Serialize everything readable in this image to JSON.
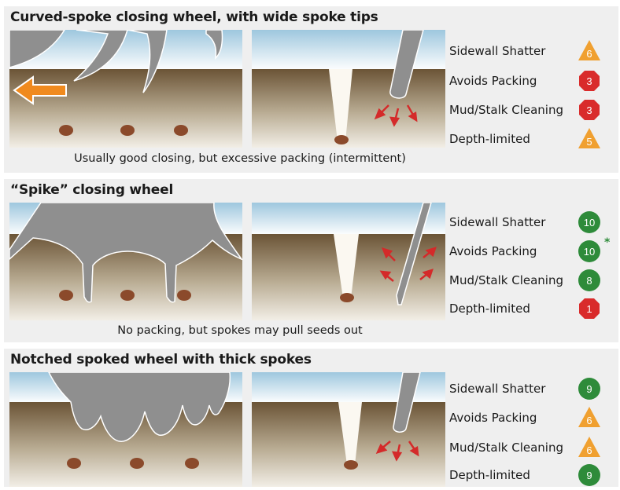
{
  "sections": [
    {
      "title": "Curved-spoke closing wheel, with wide spoke tips",
      "caption": "Usually good closing, but excessive packing (intermittent)",
      "ratings": [
        {
          "label": "Sidewall Shatter",
          "score": "6",
          "shape": "triangle",
          "color": "#f0a030"
        },
        {
          "label": "Avoids Packing",
          "score": "3",
          "shape": "octagon",
          "color": "#d92b2b"
        },
        {
          "label": "Mud/Stalk Cleaning",
          "score": "3",
          "shape": "octagon",
          "color": "#d92b2b"
        },
        {
          "label": "Depth-limited",
          "score": "5",
          "shape": "triangle",
          "color": "#f0a030"
        }
      ]
    },
    {
      "title": "“Spike” closing wheel",
      "caption": "No packing, but spokes may pull seeds out",
      "ratings": [
        {
          "label": "Sidewall Shatter",
          "score": "10",
          "shape": "circle",
          "color": "#2e8b3a"
        },
        {
          "label": "Avoids Packing",
          "score": "10",
          "shape": "circle",
          "color": "#2e8b3a",
          "note": "*"
        },
        {
          "label": "Mud/Stalk Cleaning",
          "score": "8",
          "shape": "circle",
          "color": "#2e8b3a"
        },
        {
          "label": "Depth-limited",
          "score": "1",
          "shape": "octagon",
          "color": "#d92b2b"
        }
      ]
    },
    {
      "title": "Notched spoked wheel with thick spokes",
      "caption": "",
      "ratings": [
        {
          "label": "Sidewall Shatter",
          "score": "9",
          "shape": "circle",
          "color": "#2e8b3a"
        },
        {
          "label": "Avoids Packing",
          "score": "6",
          "shape": "triangle",
          "color": "#f0a030"
        },
        {
          "label": "Mud/Stalk Cleaning",
          "score": "6",
          "shape": "triangle",
          "color": "#f0a030"
        },
        {
          "label": "Depth-limited",
          "score": "9",
          "shape": "circle",
          "color": "#2e8b3a"
        }
      ]
    }
  ],
  "colors": {
    "soil_top": "#6b5436",
    "soil_bottom": "#f2eee6",
    "sky": "#a9cfe3",
    "wheel": "#8f8f8f",
    "seed": "#8b4a2b",
    "arrow_orange": "#f08a1e",
    "arrow_red": "#d42a2a"
  },
  "icons": [
    "travel-direction-arrow-icon",
    "pressure-arrow-icon",
    "seed-icon",
    "rating-badge-icon"
  ]
}
